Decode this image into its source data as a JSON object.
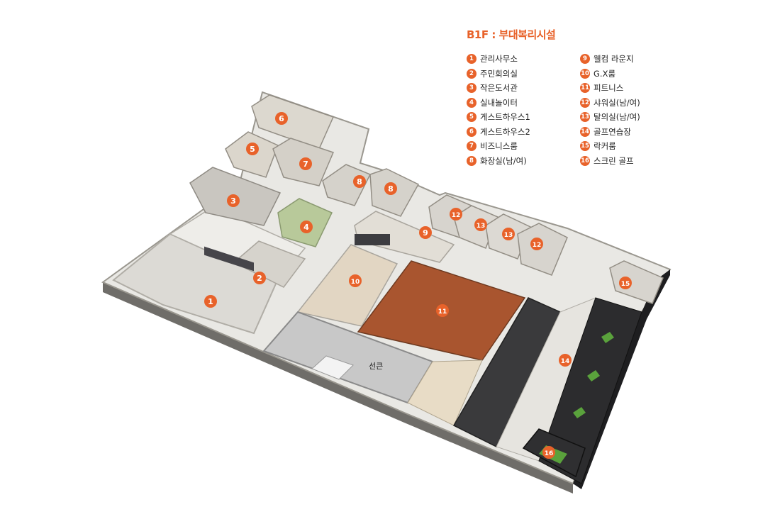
{
  "legend": {
    "title": "B1F : 부대복리시설",
    "items": [
      {
        "num": "1",
        "label": "관리사무소"
      },
      {
        "num": "2",
        "label": "주민회의실"
      },
      {
        "num": "3",
        "label": "작은도서관"
      },
      {
        "num": "4",
        "label": "실내놀이터"
      },
      {
        "num": "5",
        "label": "게스트하우스1"
      },
      {
        "num": "6",
        "label": "게스트하우스2"
      },
      {
        "num": "7",
        "label": "비즈니스룸"
      },
      {
        "num": "8",
        "label": "화장실(남/여)"
      },
      {
        "num": "9",
        "label": "웰컴 라운지"
      },
      {
        "num": "10",
        "label": "G.X룸"
      },
      {
        "num": "11",
        "label": "피트니스"
      },
      {
        "num": "12",
        "label": "샤워실(남/여)"
      },
      {
        "num": "13",
        "label": "탈의실(남/여)"
      },
      {
        "num": "14",
        "label": "골프연습장"
      },
      {
        "num": "15",
        "label": "락커룸"
      },
      {
        "num": "16",
        "label": "스크린 골프"
      }
    ]
  },
  "plan": {
    "sunken_label": "선큰",
    "markers": [
      "1",
      "2",
      "3",
      "4",
      "5",
      "6",
      "7",
      "8",
      "8",
      "9",
      "10",
      "11",
      "12",
      "12",
      "13",
      "13",
      "14",
      "15",
      "16"
    ]
  },
  "colors": {
    "accent": "#e8622a",
    "floor": "#e9e8e4",
    "wall": "#bfbcb6",
    "wood": "#a9552f",
    "golf": "#3a3a3c",
    "green": "#5aa23c"
  }
}
